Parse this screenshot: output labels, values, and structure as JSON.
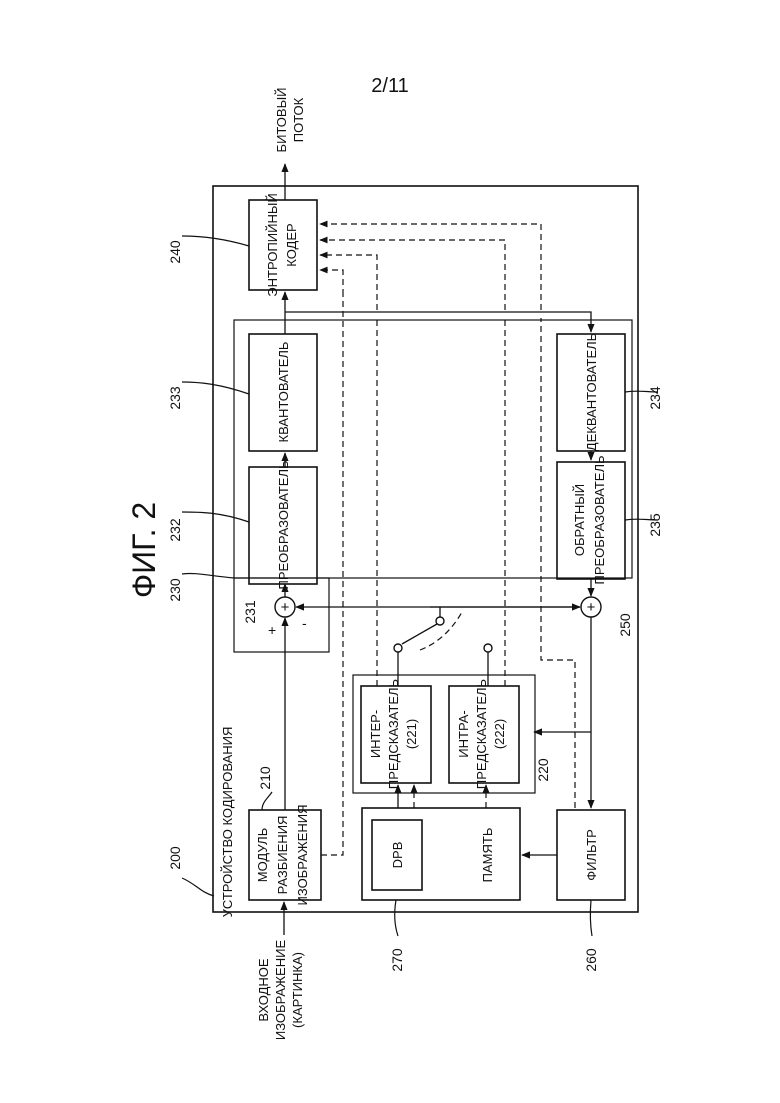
{
  "page_number": "2/11",
  "figure_title": "ФИГ. 2",
  "device_title": "УСТРОЙСТВО КОДИРОВАНИЯ",
  "refs": {
    "r200": "200",
    "r210": "210",
    "r220": "220",
    "r221": "(221)",
    "r222": "(222)",
    "r230": "230",
    "r231": "231",
    "r232": "232",
    "r233": "233",
    "r234": "234",
    "r235": "235",
    "r240": "240",
    "r250": "250",
    "r260": "260",
    "r270": "270"
  },
  "io": {
    "input_1": "ВХОДНОЕ",
    "input_2": "ИЗОБРАЖЕНИЕ",
    "input_3": "(КАРТИНКА)",
    "output_1": "БИТОВЫЙ",
    "output_2": "ПОТОК"
  },
  "blocks": {
    "partition_1": "МОДУЛЬ",
    "partition_2": "РАЗБИЕНИЯ",
    "partition_3": "ИЗОБРАЖЕНИЯ",
    "transformer": "ПРЕОБРАЗОВАТЕЛЬ",
    "quantizer": "КВАНТОВАТЕЛЬ",
    "entropy_1": "ЭНТРОПИЙНЫЙ",
    "entropy_2": "КОДЕР",
    "dequantizer": "ДЕКВАНТОВАТЕЛЬ",
    "inv_transform_1": "ОБРАТНЫЙ",
    "inv_transform_2": "ПРЕОБРАЗОВАТЕЛЬ",
    "inter_1": "ИНТЕР-",
    "inter_2": "ПРЕДСКАЗАТЕЛЬ",
    "intra_1": "ИНТРА-",
    "intra_2": "ПРЕДСКАЗАТЕЛЬ",
    "memory": "ПАМЯТЬ",
    "dpb": "DPB",
    "filter": "ФИЛЬТР"
  },
  "signs": {
    "plus": "+",
    "minus": "-",
    "sum": "+"
  }
}
